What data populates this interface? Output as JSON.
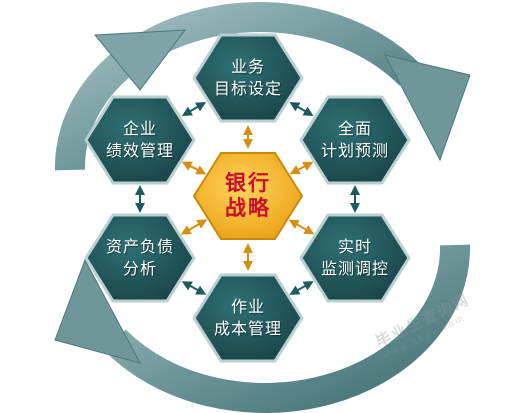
{
  "diagram": {
    "center": {
      "line1": "银行",
      "line2": "战略"
    },
    "nodes": [
      {
        "id": "top",
        "line1": "业务",
        "line2": "目标设定"
      },
      {
        "id": "upper-right",
        "line1": "全面",
        "line2": "计划预测"
      },
      {
        "id": "lower-right",
        "line1": "实时",
        "line2": "监测调控"
      },
      {
        "id": "bottom",
        "line1": "作业",
        "line2": "成本管理"
      },
      {
        "id": "lower-left",
        "line1": "资产负债",
        "line2": "分析"
      },
      {
        "id": "upper-left",
        "line1": "企业",
        "line2": "绩效管理"
      }
    ],
    "colors": {
      "hex_fill": "#1f5a5e",
      "hex_border": "#b9cfd0",
      "center_fill": "#f0ab18",
      "center_text": "#c8102e",
      "ring": "#6f979a",
      "arrow_small": "#1f5a5e",
      "arrow_to_center": "#d68f10"
    }
  },
  "watermark": {
    "main": "毕业生查询网",
    "sub": "www.sbvv.com"
  }
}
